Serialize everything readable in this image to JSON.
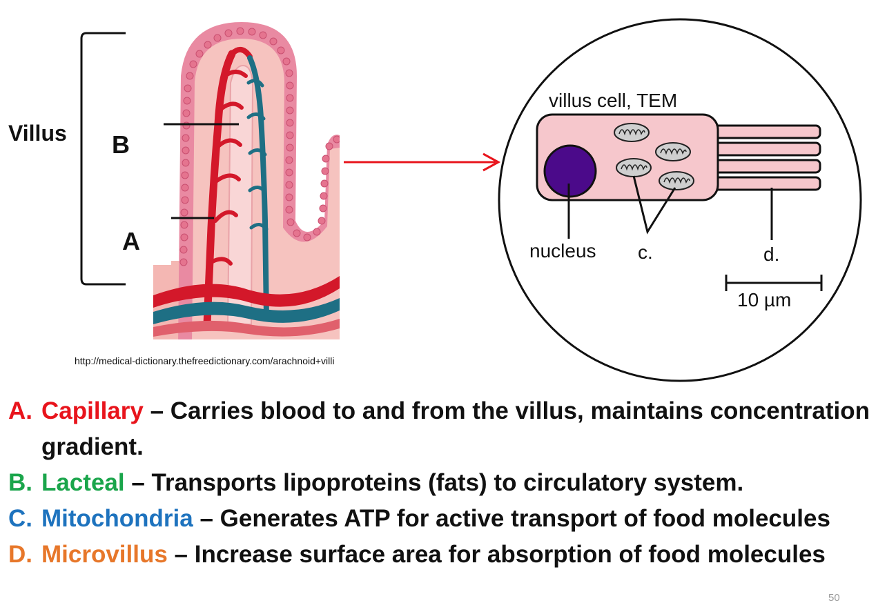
{
  "labels": {
    "villus": "Villus",
    "b": "B",
    "a": "A"
  },
  "cell": {
    "title": "villus cell, TEM",
    "nucleus": "nucleus",
    "c": "c.",
    "d": "d.",
    "scale": "10 µm"
  },
  "source": "http://medical-dictionary.thefreedictionary.com/arachnoid+villi",
  "definitions": [
    {
      "letter": "A.",
      "term": "Capillary",
      "text": " – Carries blood to and from the villus, maintains concentration gradient."
    },
    {
      "letter": "B.",
      "term": "Lacteal",
      "text": " – Transports lipoproteins (fats)  to circulatory system."
    },
    {
      "letter": "C.",
      "term": "Mitochondria",
      "text": " – Generates ATP for active transport of food molecules"
    },
    {
      "letter": "D.",
      "term": "Microvillus",
      "text": " – Increase surface area for absorption of food molecules"
    }
  ],
  "slide_number": "50",
  "colors": {
    "capillary": "#e8141c",
    "lacteal": "#1aa54b",
    "mitochondria": "#1e73be",
    "microvillus": "#e7772a"
  }
}
